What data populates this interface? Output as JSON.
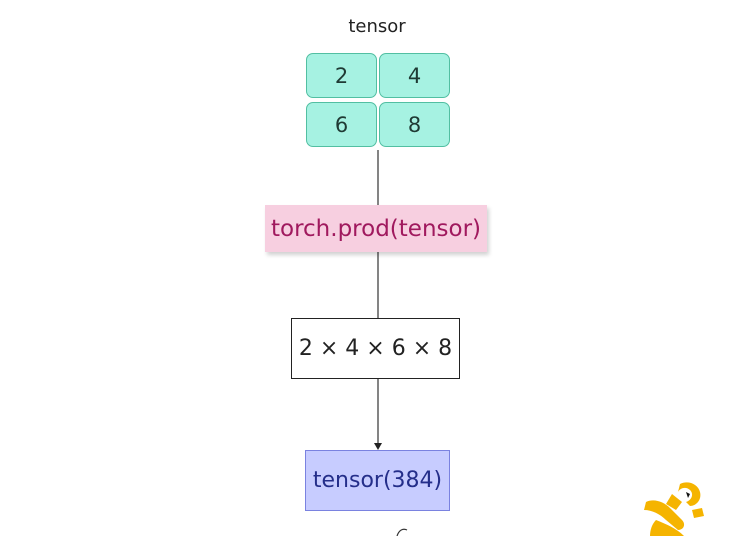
{
  "input": {
    "label": "tensor",
    "cells": [
      "2",
      "4",
      "6",
      "8"
    ]
  },
  "operation": {
    "label": "torch.prod(tensor)"
  },
  "computation": {
    "label": "2 × 4 × 6 × 8"
  },
  "result": {
    "label": "tensor(384)"
  },
  "colors": {
    "cell_fill": "#a6f2e2",
    "cell_border": "#52bfa2",
    "op_fill": "#f7cfe0",
    "op_text": "#a0195e",
    "result_fill": "#c7ccff",
    "result_text": "#242e8a",
    "logo": "#f5b400"
  }
}
